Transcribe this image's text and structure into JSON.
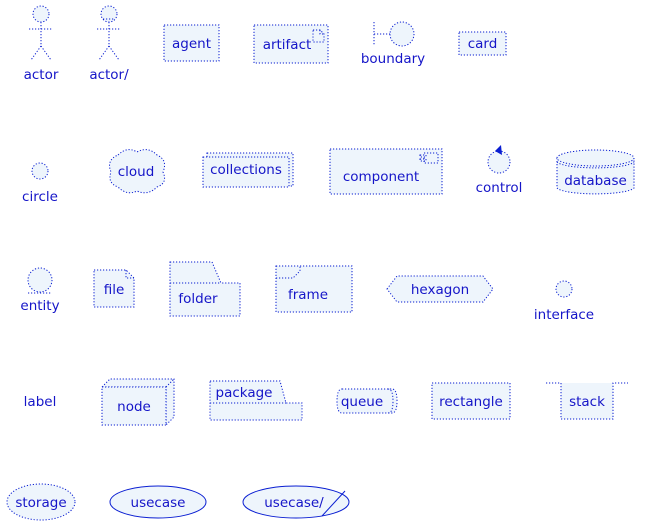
{
  "colors": {
    "stroke": "#0a1ed2",
    "fill": "#eef5fc",
    "text": "#1515c8"
  },
  "elements": {
    "actor": "actor",
    "actor_business": "actor/",
    "agent": "agent",
    "artifact": "artifact",
    "boundary": "boundary",
    "card": "card",
    "circle": "circle",
    "cloud": "cloud",
    "collections": "collections",
    "component": "component",
    "control": "control",
    "database": "database",
    "entity": "entity",
    "file": "file",
    "folder": "folder",
    "frame": "frame",
    "hexagon": "hexagon",
    "interface": "interface",
    "label": "label",
    "node": "node",
    "package": "package",
    "queue": "queue",
    "rectangle": "rectangle",
    "stack": "stack",
    "storage": "storage",
    "usecase": "usecase",
    "usecase_business": "usecase/"
  }
}
